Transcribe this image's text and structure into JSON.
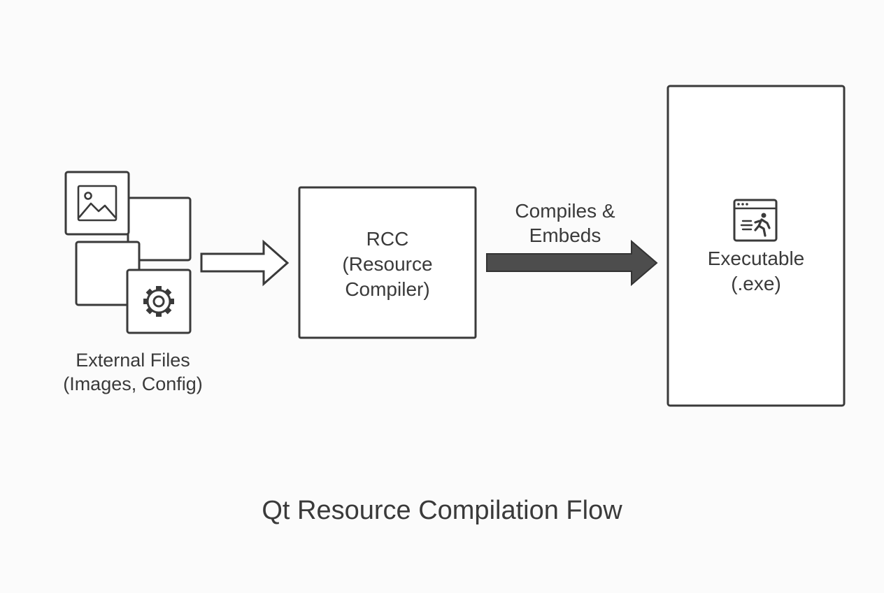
{
  "title": "Qt Resource Compilation Flow",
  "nodes": {
    "external_files": {
      "line1": "External Files",
      "line2": "(Images, Config)",
      "icons": [
        "image-icon",
        "gear-icon"
      ]
    },
    "rcc": {
      "line1": "RCC",
      "line2": "(Resource",
      "line3": "Compiler)"
    },
    "executable": {
      "line1": "Executable",
      "line2": "(.exe)",
      "icon": "running-app-window-icon"
    }
  },
  "edges": {
    "files_to_rcc": {
      "style": "outlined"
    },
    "rcc_to_exe": {
      "line1": "Compiles &",
      "line2": "Embeds",
      "style": "filled",
      "color": "#4d4d4d"
    }
  },
  "colors": {
    "stroke": "#3a3a3a",
    "background": "#fbfbfb",
    "fill": "#ffffff",
    "arrow_fill": "#4d4d4d"
  }
}
